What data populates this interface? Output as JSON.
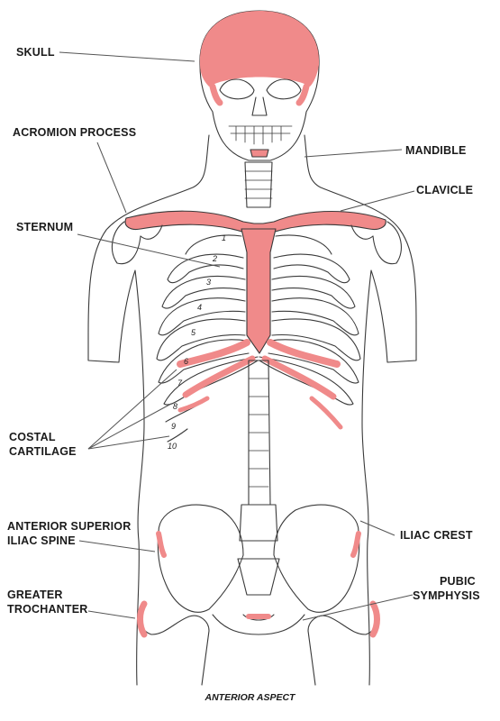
{
  "labels": {
    "skull": "SKULL",
    "acromion_process": "ACROMION PROCESS",
    "mandible": "MANDIBLE",
    "clavicle": "CLAVICLE",
    "sternum": "STERNUM",
    "costal_cartilage_line1": "COSTAL",
    "costal_cartilage_line2": "CARTILAGE",
    "asis_line1": "ANTERIOR SUPERIOR",
    "asis_line2": "ILIAC SPINE",
    "iliac_crest": "ILIAC CREST",
    "greater_trochanter_line1": "GREATER",
    "greater_trochanter_line2": "TROCHANTER",
    "pubic_symphysis_line1": "PUBIC",
    "pubic_symphysis_line2": "SYMPHYSIS"
  },
  "rib_numbers": [
    "1",
    "2",
    "3",
    "4",
    "5",
    "6",
    "7",
    "8",
    "9",
    "10"
  ],
  "caption": "ANTERIOR ASPECT",
  "colors": {
    "highlight": "#f08a8a",
    "outline": "#3a3a3a",
    "background": "#ffffff"
  }
}
